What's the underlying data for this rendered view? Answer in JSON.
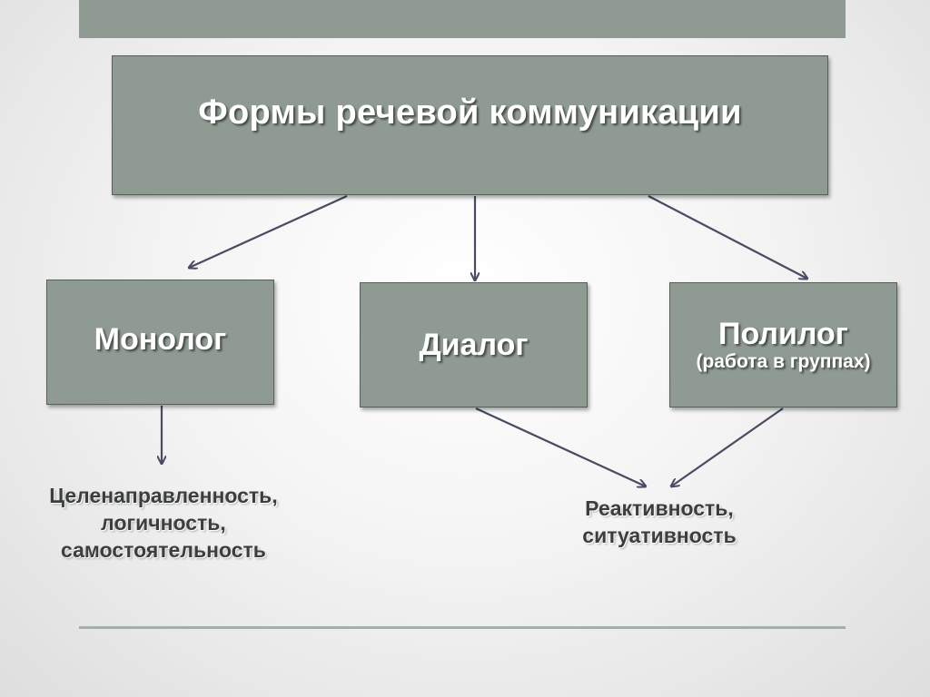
{
  "title": "Формы речевой коммуникации",
  "forms": {
    "monologue": "Монолог",
    "dialogue": "Диалог",
    "polylogue": "Полилог",
    "polylogue_note": "(работа в группах)"
  },
  "features": {
    "monologue": [
      "Целенаправленность,",
      "логичность,",
      "самостоятельность"
    ],
    "dialogue_polylogue": [
      "Реактивность,",
      "ситуативность"
    ]
  },
  "colors": {
    "box_fill": "#8f9b92",
    "arrow": "#4a4a63",
    "note_text": "#3a3f3c"
  }
}
